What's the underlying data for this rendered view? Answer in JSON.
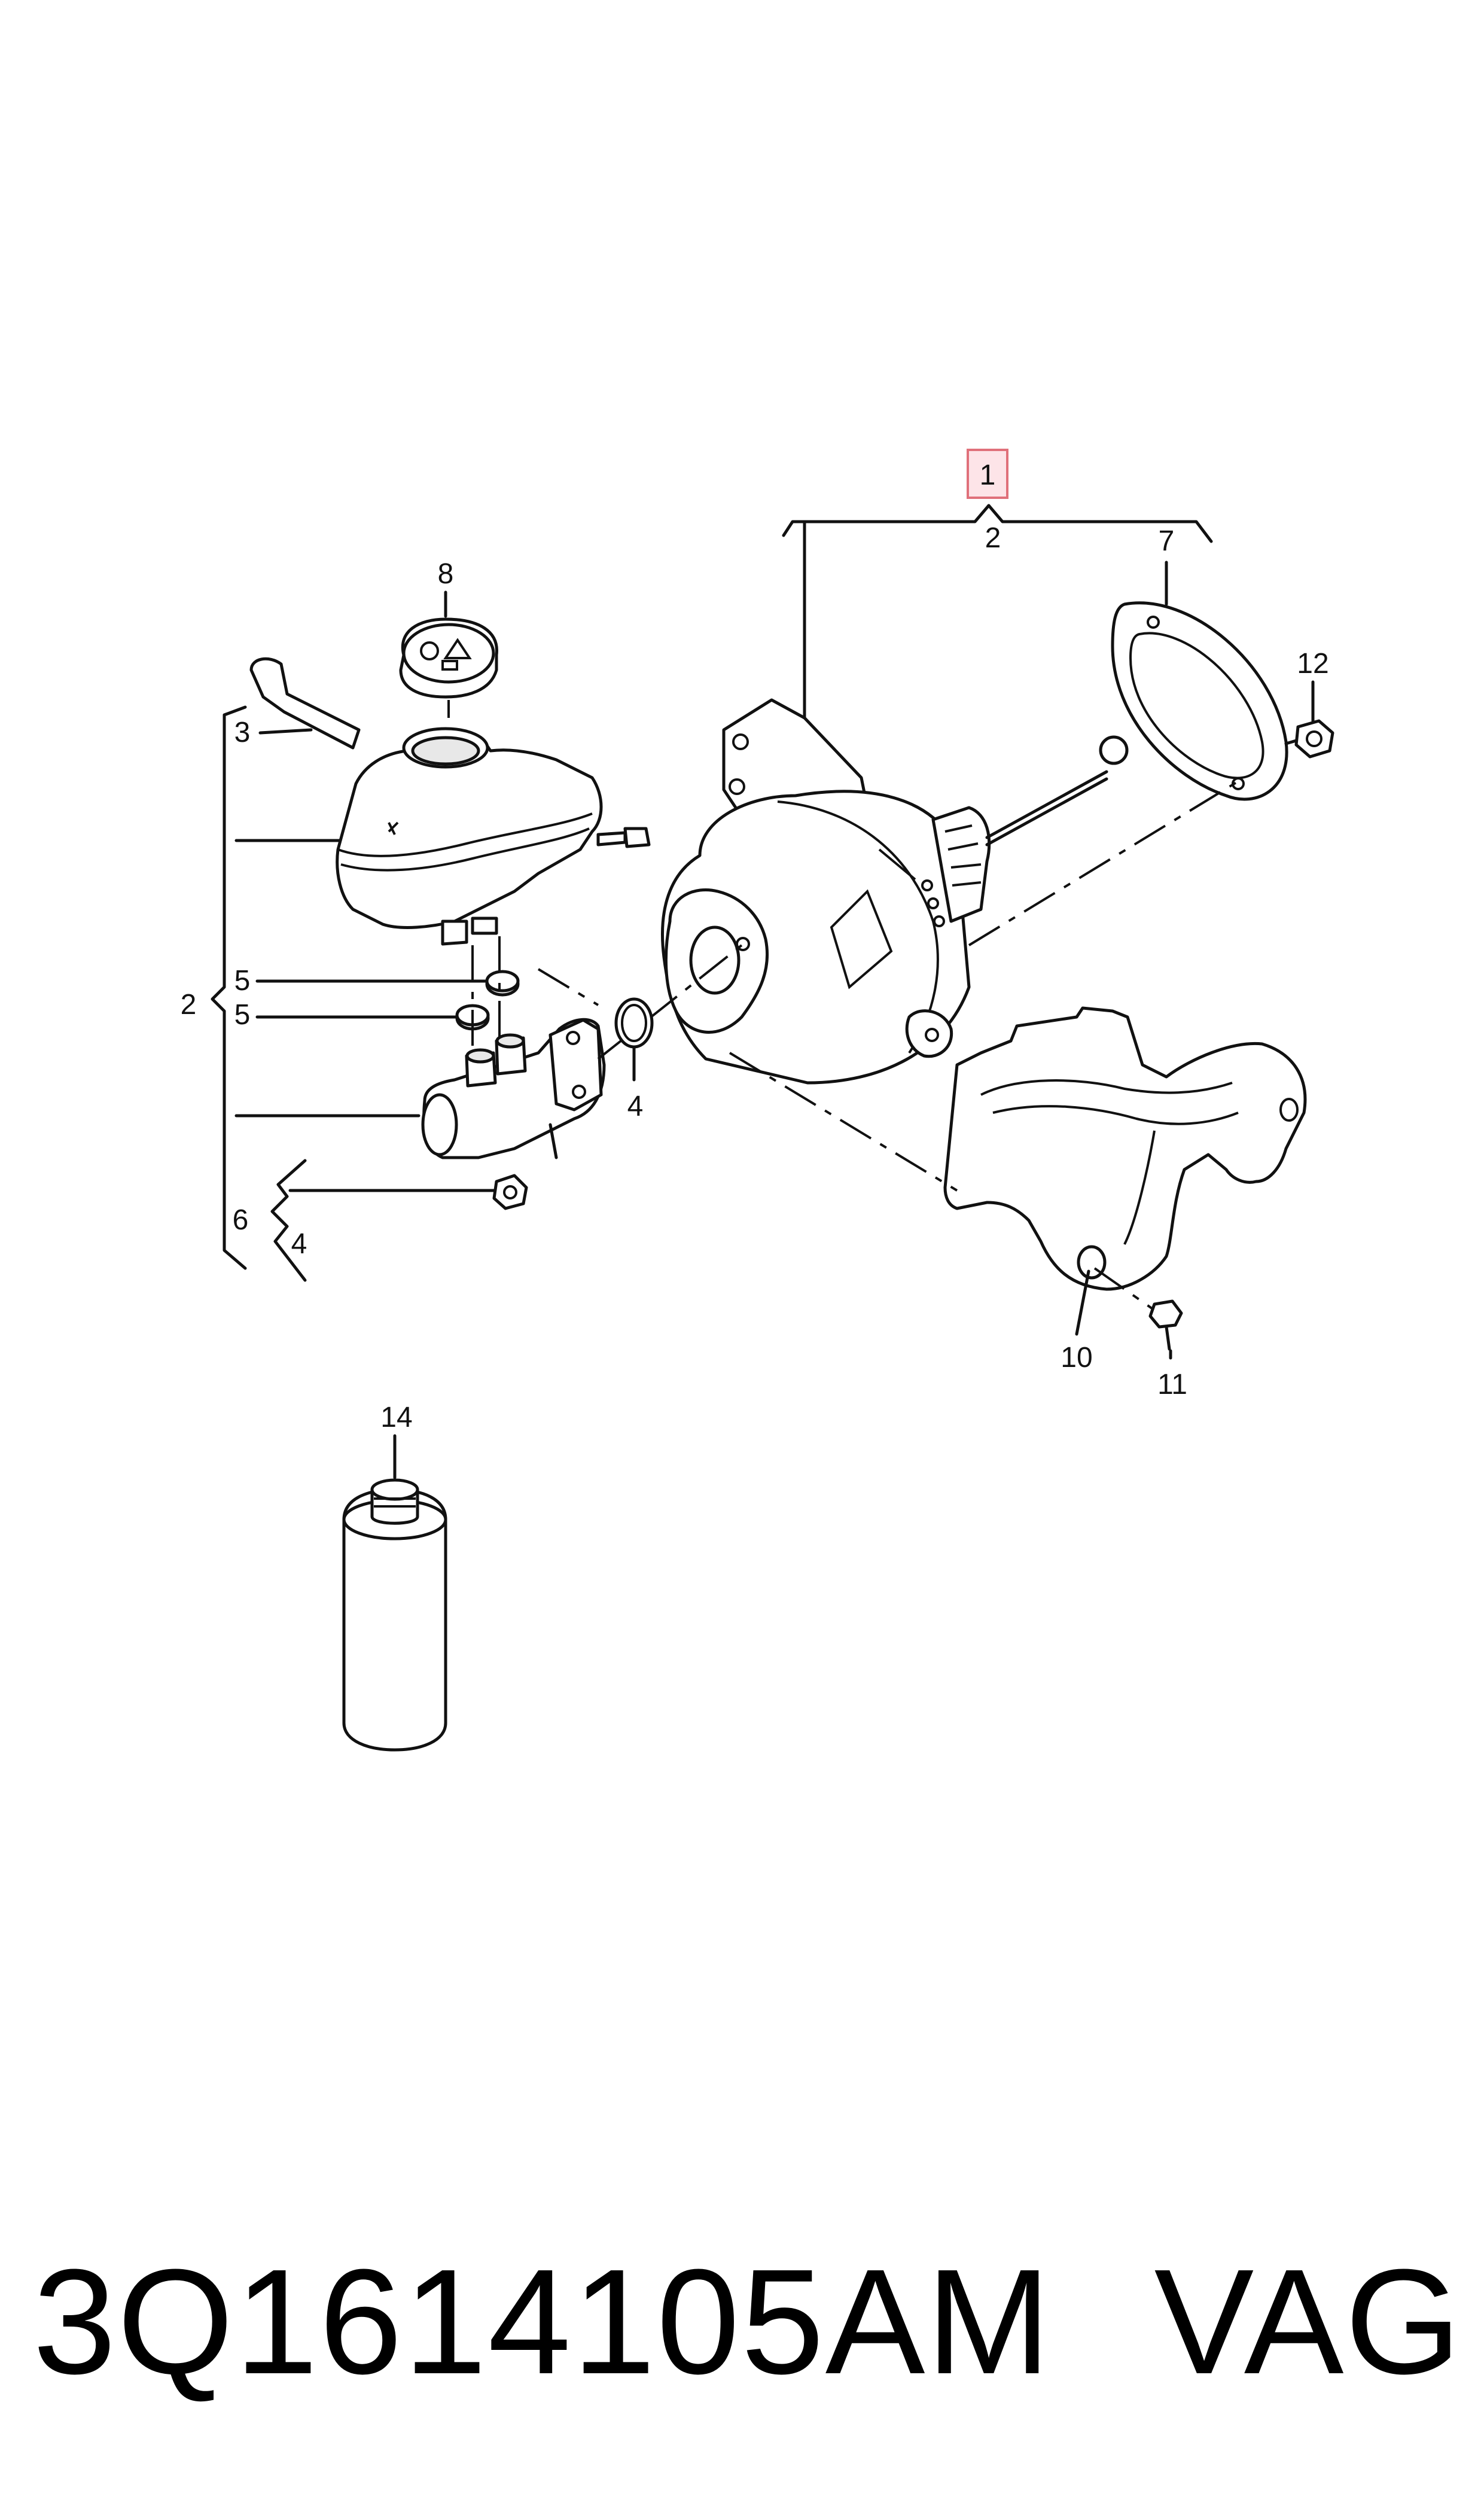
{
  "callouts": {
    "c1": "1",
    "c2_top": "2",
    "c2_left": "2",
    "c3": "3",
    "c4_ring": "4",
    "c4_bracket": "4",
    "c5_a": "5",
    "c5_b": "5",
    "c6": "6",
    "c7": "7",
    "c8": "8",
    "c10": "10",
    "c11": "11",
    "c12": "12",
    "c14": "14"
  },
  "caption": {
    "part_number": "3Q1614105AM",
    "brand": "VAG"
  },
  "colors": {
    "highlight_fill": "#fde4e8",
    "highlight_stroke": "#e0707a",
    "line": "#111111"
  }
}
